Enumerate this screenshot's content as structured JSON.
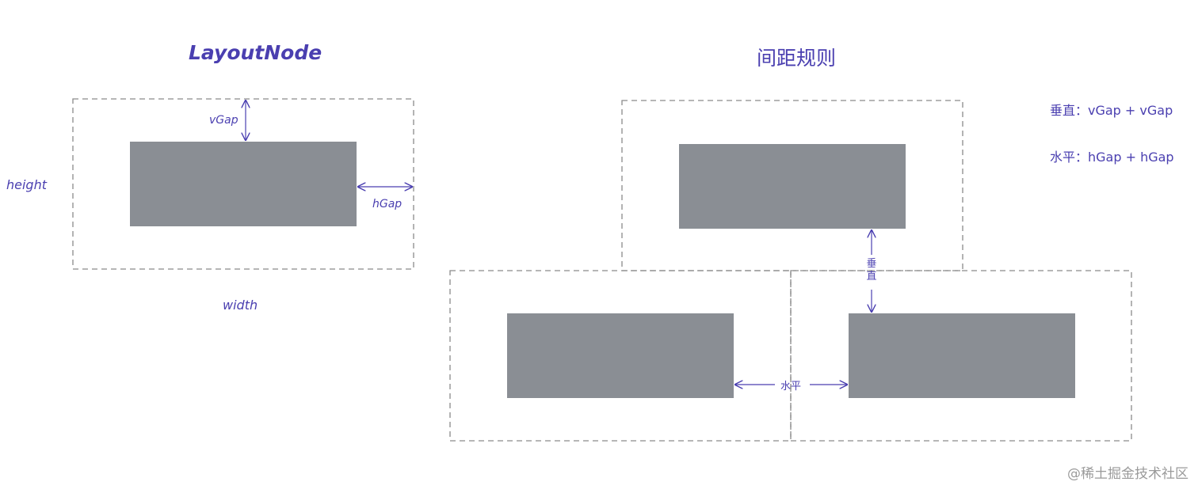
{
  "left": {
    "title": "LayoutNode",
    "vgap_label": "vGap",
    "hgap_label": "hGap",
    "height_label": "height",
    "width_label": "width"
  },
  "right": {
    "title": "间距规则",
    "vertical_label": "垂直",
    "horizontal_label": "水平",
    "legend": {
      "vertical": "垂直：vGap + vGap",
      "horizontal": "水平：hGap + hGap"
    }
  },
  "watermark": "@稀土掘金技术社区",
  "colors": {
    "node_fill": "#8a8e94",
    "accent": "#4a3fb0",
    "dashed_border": "#8a8a8a"
  }
}
